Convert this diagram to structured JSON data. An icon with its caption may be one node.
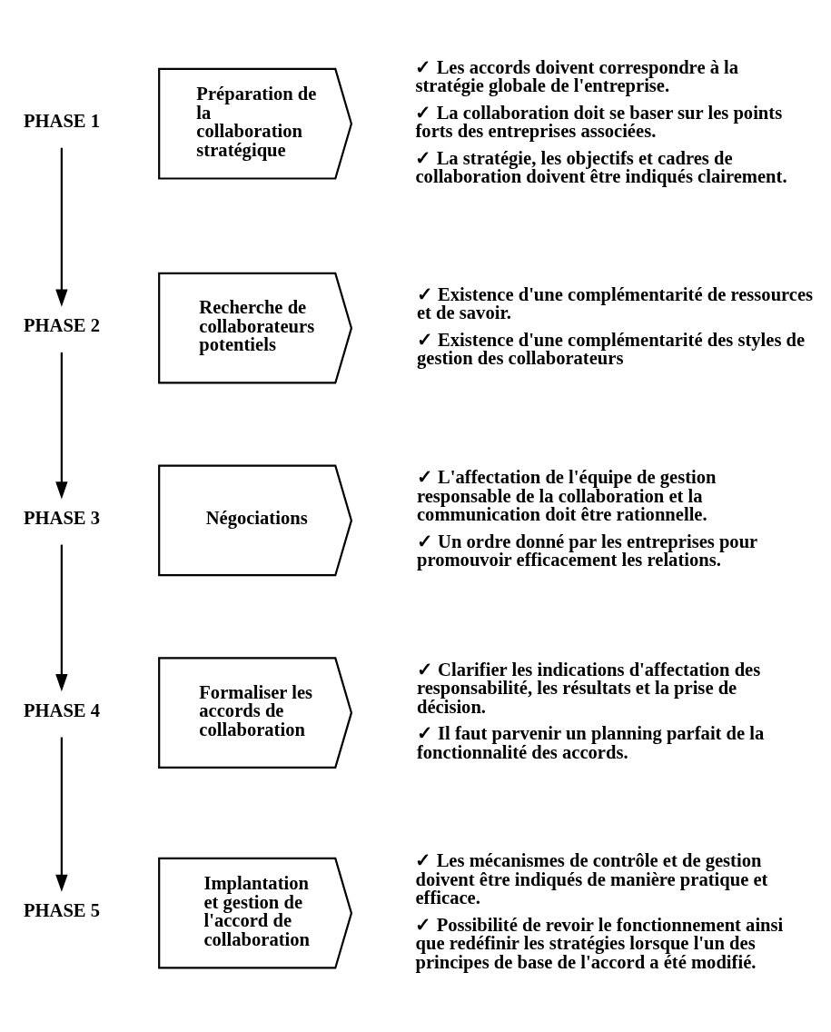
{
  "diagram": {
    "nodes": [
      {
        "text": [
          "PHASE 1"
        ]
      },
      {
        "text": [
          "Préparation de la collaboration stratégique"
        ],
        "beside": [
          "✓ Les accords doivent correspondre à la stratégie globale de l'entreprise.",
          "✓ La collaboration doit se baser sur les points forts des entreprises associées.",
          "✓ La stratégie, les objectifs et cadres de collaboration doivent être indiqués clairement."
        ]
      },
      {
        "text": [
          "PHASE 2"
        ]
      },
      {
        "text": [
          "Recherche de collaborateurs potentiels"
        ],
        "beside": [
          "✓ Existence d'une complémentarité de ressources et de savoir.",
          "✓ Existence d'une complémentarité des styles de gestion des collaborateurs"
        ]
      },
      {
        "text": [
          "PHASE 3"
        ]
      },
      {
        "text": [
          "Négociations"
        ],
        "beside": [
          "✓ L'affectation de l'équipe de gestion responsable de la collaboration et la communication doit être rationnelle.",
          "✓ Un ordre donné par les entreprises pour promouvoir efficacement les relations."
        ]
      },
      {
        "text": [
          "PHASE 4"
        ]
      },
      {
        "text": [
          "Formaliser les accords de collaboration"
        ],
        "beside": [
          "✓ Clarifier les indications d'affectation des responsabilité, les résultats et la prise de décision.",
          "✓ Il faut parvenir un planning parfait de la fonctionnalité des accords."
        ]
      },
      {
        "text": [
          "PHASE 5"
        ]
      },
      {
        "text": [
          "Implantation et gestion de l'accord de collaboration"
        ],
        "beside": [
          "✓ Les mécanismes de contrôle et de gestion doivent être indiqués de manière pratique et efficace.",
          "✓ Possibilité de revoir le fonctionnement ainsi que redéfinir les stratégies lorsque l'un des principes de base de l'accord a été modifié."
        ]
      }
    ],
    "edges": [
      {
        "from": 0,
        "to": 2,
        "arrow": "to"
      },
      {
        "from": 2,
        "to": 4,
        "arrow": "to"
      },
      {
        "from": 4,
        "to": 6,
        "arrow": "to"
      },
      {
        "from": 6,
        "to": 8,
        "arrow": "to"
      }
    ]
  }
}
